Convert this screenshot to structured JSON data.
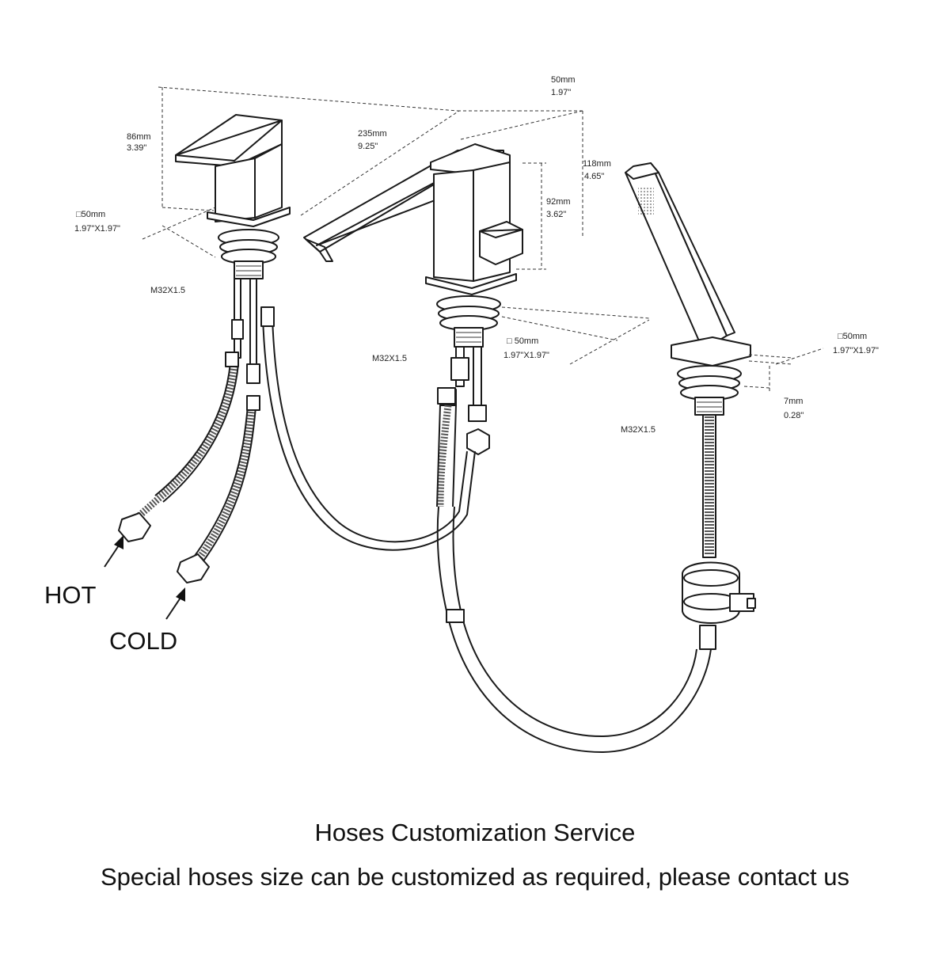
{
  "labels": {
    "left_faucet_height": [
      "86mm",
      "3.39\""
    ],
    "left_faucet_base": [
      "□50mm",
      "1.97\"X1.97\""
    ],
    "left_thread": "M32X1.5",
    "spout_length": [
      "235mm",
      "9.25\""
    ],
    "spout_width": [
      "50mm",
      "1.97\""
    ],
    "spout_height": [
      "92mm",
      "3.62\""
    ],
    "shower_height": [
      "118mm",
      "4.65\""
    ],
    "center_thread": "M32X1.5",
    "center_base": [
      "□ 50mm",
      "1.97\"X1.97\""
    ],
    "right_base": [
      "□50mm",
      "1.97\"X1.97\""
    ],
    "right_gap": [
      "7mm",
      "0.28\""
    ],
    "right_thread": "M32X1.5",
    "hot": "HOT",
    "cold": "COLD"
  },
  "caption": {
    "title": "Hoses Customization Service",
    "subtitle": "Special hoses size can be customized as required, please contact us"
  }
}
